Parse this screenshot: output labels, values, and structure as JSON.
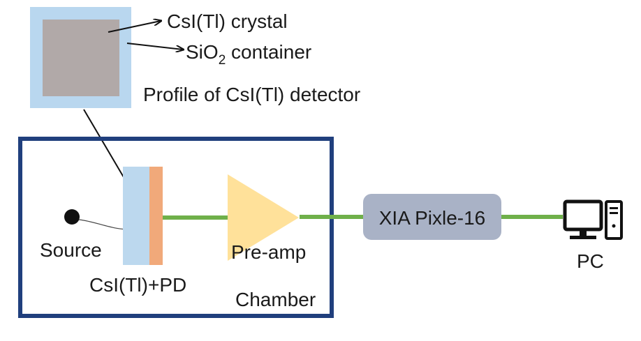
{
  "profile": {
    "crystal_label": "CsI(Tl) crystal",
    "container_label_prefix": "SiO",
    "container_label_subscript": "2",
    "container_label_suffix": " container",
    "caption": "Profile of CsI(Tl) detector"
  },
  "chamber": {
    "label": "Chamber",
    "source_label": "Source",
    "detector_label": "CsI(Tl)+PD",
    "preamp_label": "Pre-amp"
  },
  "daq": {
    "label": "XIA Pixle-16"
  },
  "pc": {
    "label": "PC",
    "icon": "computer-icon"
  },
  "colors": {
    "container": "#b9d7ef",
    "crystal": "#b1a9a8",
    "detector": "#bcd8ee",
    "photodiode": "#f1a97a",
    "preamp": "#ffe19a",
    "cable": "#6fb04a",
    "chamber_border": "#203f7d",
    "daq_box": "#a9b2c6",
    "dark": "#111111"
  }
}
